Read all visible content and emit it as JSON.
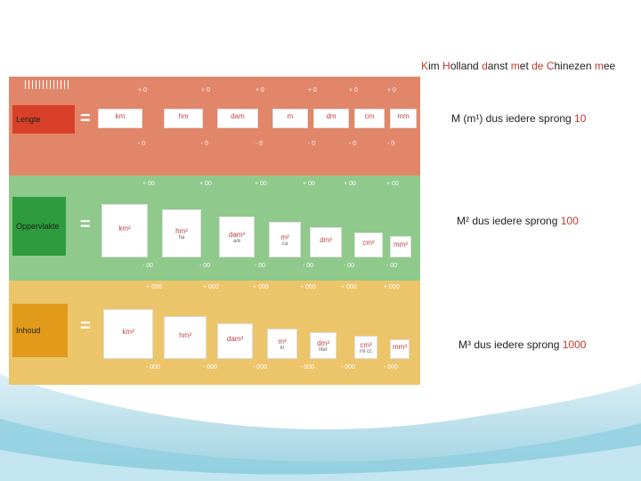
{
  "title_line": [
    {
      "t": "K",
      "red": true
    },
    {
      "t": "im ",
      "red": false
    },
    {
      "t": "H",
      "red": true
    },
    {
      "t": "olland ",
      "red": false
    },
    {
      "t": "d",
      "red": true
    },
    {
      "t": "anst ",
      "red": false
    },
    {
      "t": "m",
      "red": true
    },
    {
      "t": "et ",
      "red": false
    },
    {
      "t": "de",
      "red": true
    },
    {
      "t": " ",
      "red": false
    },
    {
      "t": "C",
      "red": true
    },
    {
      "t": "hinezen ",
      "red": false
    },
    {
      "t": "m",
      "red": true
    },
    {
      "t": "ee",
      "red": false
    }
  ],
  "rows": [
    {
      "prefix": "M (m¹) dus iedere sprong ",
      "value": "10"
    },
    {
      "prefix": "M² dus iedere sprong ",
      "value": "100"
    },
    {
      "prefix": "M³ dus iedere sprong ",
      "value": "1000"
    }
  ],
  "figure": {
    "lengte": {
      "label": "Lengte",
      "units": [
        "km",
        "hm",
        "dam",
        "m",
        "dm",
        "cm",
        "mm"
      ],
      "up": "+ 0",
      "down": "- 0"
    },
    "opp": {
      "label": "Oppervlakte",
      "units": [
        "km²",
        "hm²",
        "dam²",
        "m²",
        "dm²",
        "cm²",
        "mm²"
      ],
      "subs": [
        "",
        "ha",
        "a/e",
        "ca",
        "",
        "",
        ""
      ],
      "up": "+ 00",
      "down": "- 00"
    },
    "inhoud": {
      "label": "Inhoud",
      "units": [
        "km³",
        "hm³",
        "dam³",
        "m³",
        "dm³",
        "cm³",
        "mm³"
      ],
      "subs": [
        "",
        "",
        "",
        "kl",
        "liter",
        "ml cc",
        ""
      ],
      "up": "+ 000",
      "down": "- 000"
    }
  }
}
